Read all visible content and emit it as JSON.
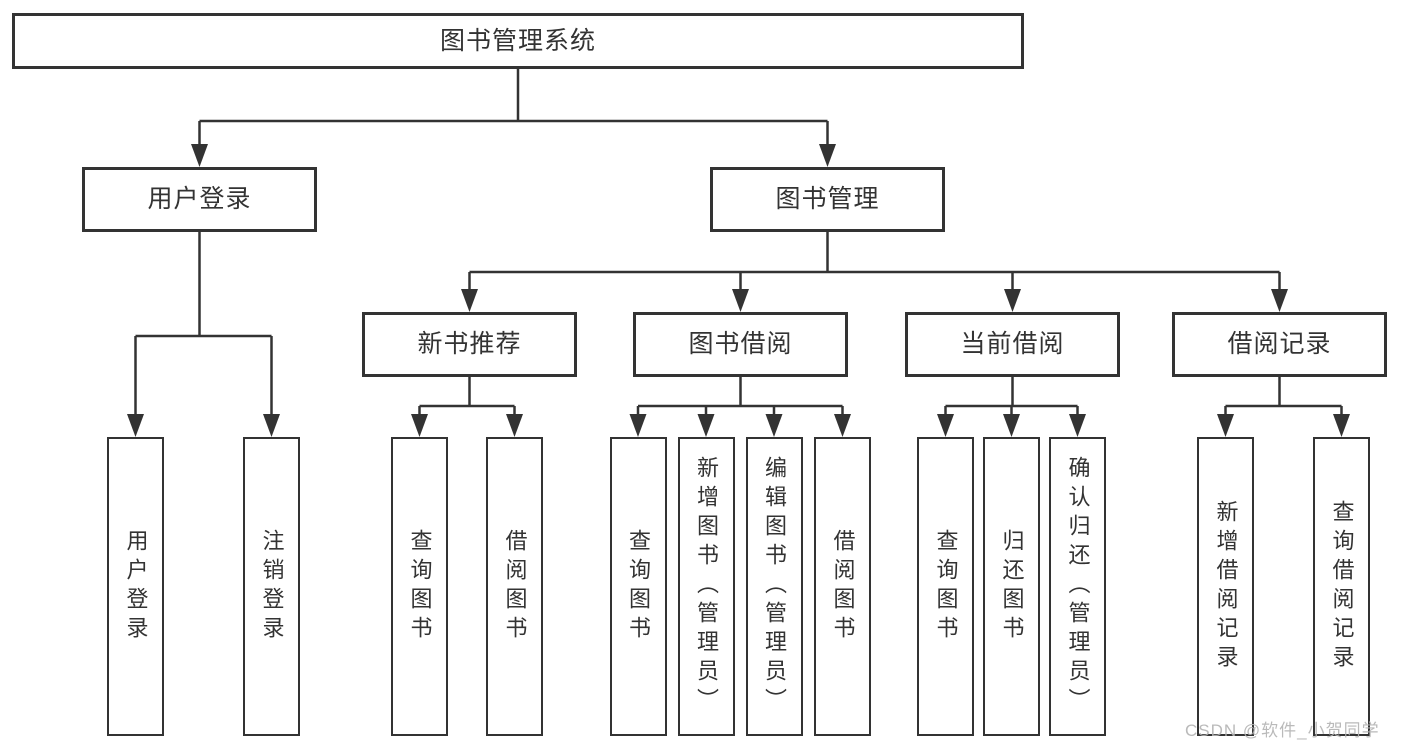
{
  "diagram": {
    "root": {
      "label": "图书管理系统"
    },
    "branches": [
      {
        "label": "用户登录",
        "children": [
          {
            "label": "用户登录"
          },
          {
            "label": "注销登录"
          }
        ]
      },
      {
        "label": "图书管理",
        "children": [
          {
            "label": "新书推荐",
            "children": [
              {
                "label": "查询图书"
              },
              {
                "label": "借阅图书"
              }
            ]
          },
          {
            "label": "图书借阅",
            "children": [
              {
                "label": "查询图书"
              },
              {
                "label": "新增图书（管理员）"
              },
              {
                "label": "编辑图书（管理员）"
              },
              {
                "label": "借阅图书"
              }
            ]
          },
          {
            "label": "当前借阅",
            "children": [
              {
                "label": "查询图书"
              },
              {
                "label": "归还图书"
              },
              {
                "label": "确认归还（管理员）"
              }
            ]
          },
          {
            "label": "借阅记录",
            "children": [
              {
                "label": "新增借阅记录"
              },
              {
                "label": "查询借阅记录"
              }
            ]
          }
        ]
      }
    ]
  },
  "watermark": {
    "text": "CSDN @软件_小贺同学"
  },
  "colors": {
    "line": "#333333",
    "text": "#333333",
    "box_background": "#ffffff",
    "background": "#ffffff",
    "watermark": "#b3b3b3"
  }
}
